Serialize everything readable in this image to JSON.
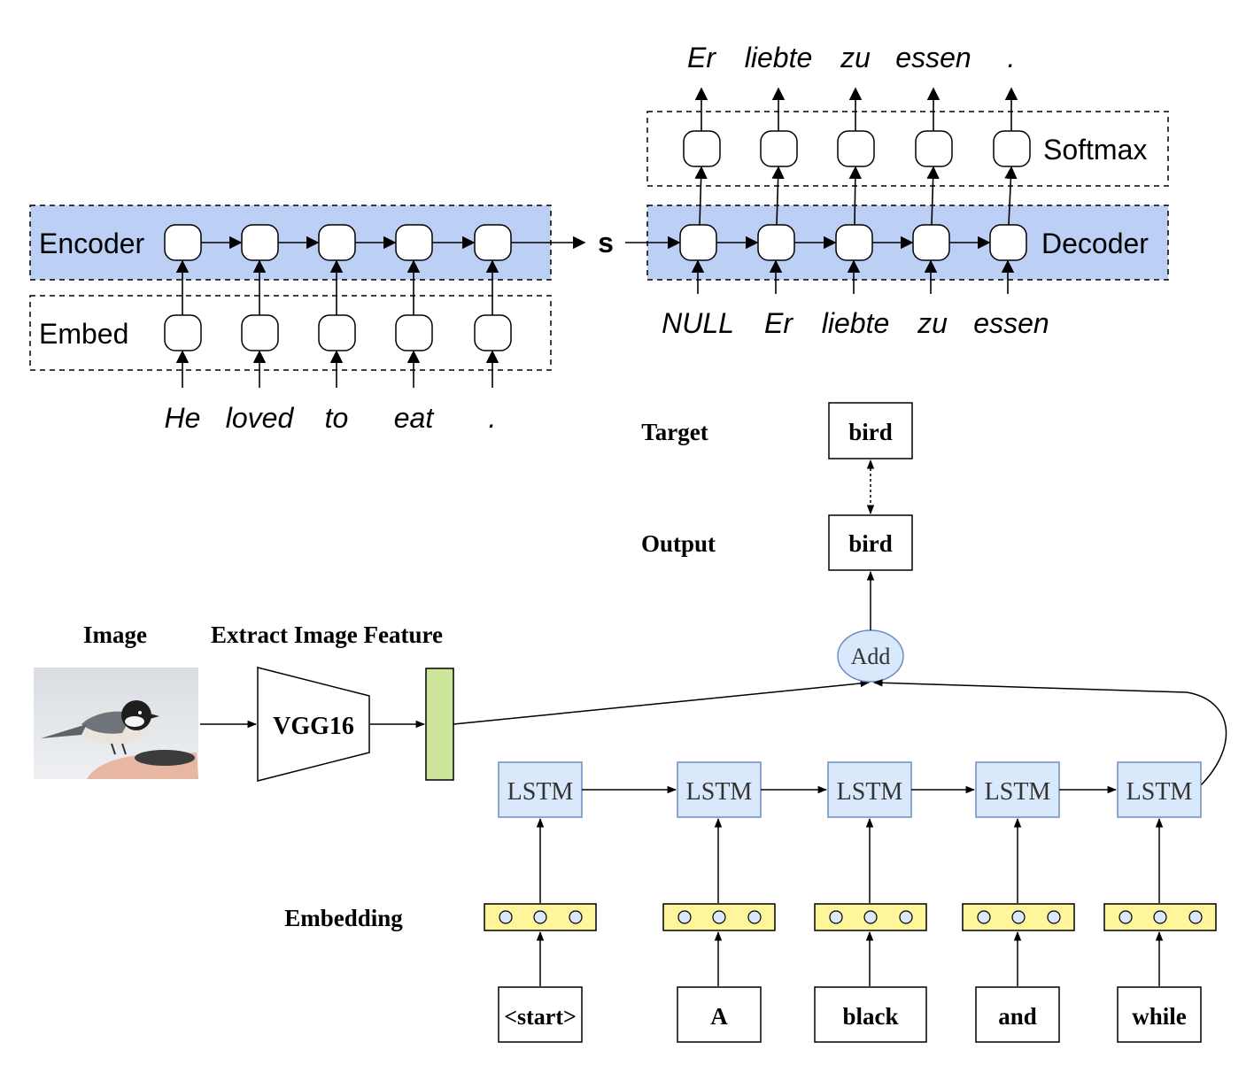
{
  "seq2seq": {
    "encoder_label": "Encoder",
    "embed_label": "Embed",
    "decoder_label": "Decoder",
    "softmax_label": "Softmax",
    "state_label": "s",
    "source_words": [
      "He",
      "loved",
      "to",
      "eat",
      "."
    ],
    "decoder_inputs": [
      "NULL",
      "Er",
      "liebte",
      "zu",
      "essen"
    ],
    "target_words": [
      "Er",
      "liebte",
      "zu",
      "essen",
      "."
    ],
    "colors": {
      "band": "#bcd0f5",
      "stroke": "#000000"
    }
  },
  "captioning": {
    "image_label": "Image",
    "feature_label": "Extract Image Feature",
    "cnn_label": "VGG16",
    "target_label": "Target",
    "output_label": "Output",
    "embedding_label": "Embedding",
    "target_word": "bird",
    "output_word": "bird",
    "add_label": "Add",
    "lstm_label": "LSTM",
    "input_words": [
      "<start>",
      "A",
      "black",
      "and",
      "while"
    ],
    "photo_description_icon": "chickadee-bird-photo",
    "colors": {
      "lstm_fill": "#dae8fc",
      "lstm_stroke": "#6c8ebf",
      "feature_fill": "#cde59a",
      "embed_fill": "#fff59a",
      "add_fill": "#dae8fc"
    }
  }
}
